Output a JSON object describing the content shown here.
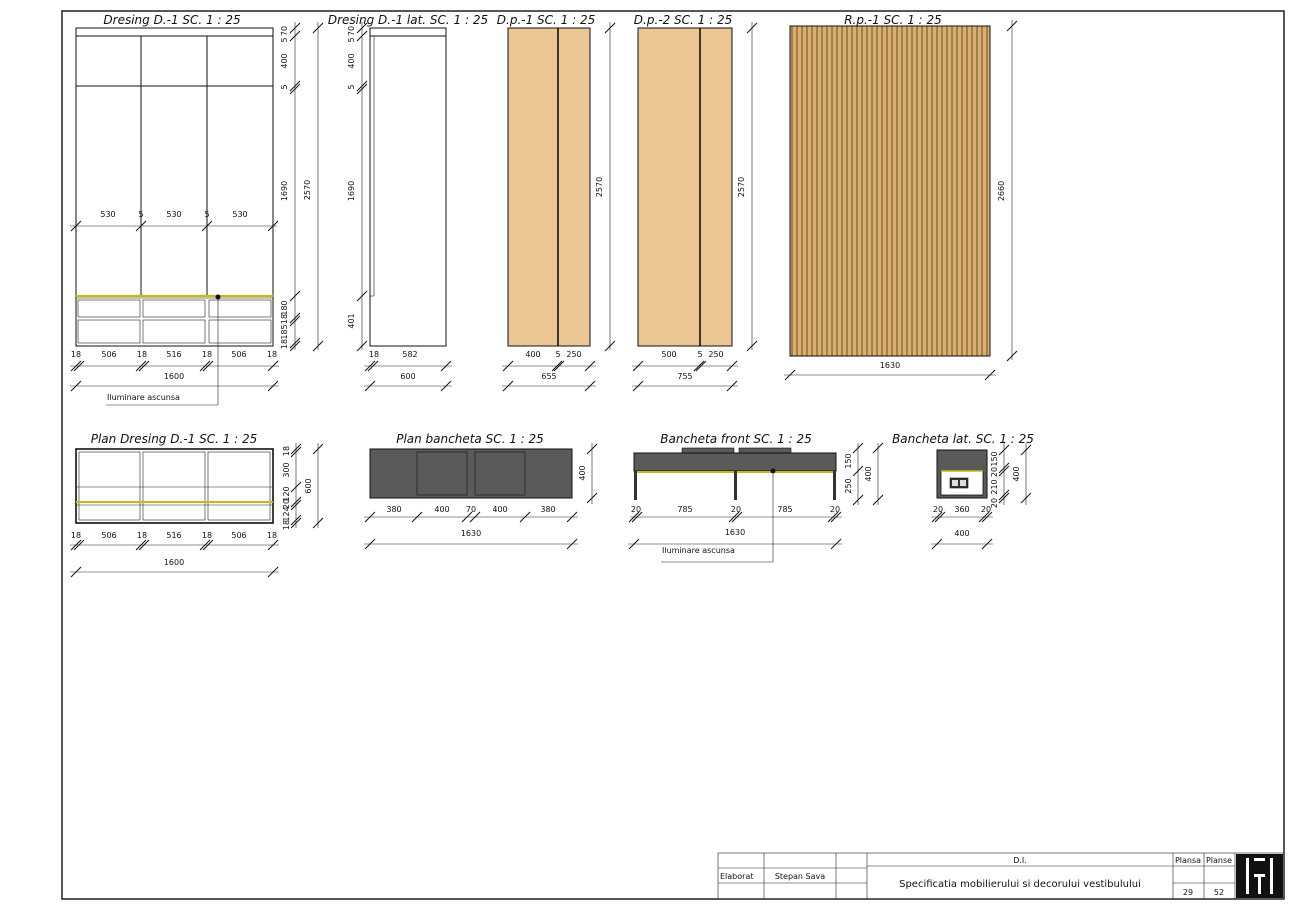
{
  "views": {
    "dresing": {
      "title": "Dresing D.-1 SC. 1 : 25",
      "dims_top": [
        "530",
        "5",
        "530",
        "5",
        "530"
      ],
      "dims_bottom": [
        "18",
        "506",
        "18",
        "516",
        "18",
        "506",
        "18"
      ],
      "total_width": "1600",
      "dims_right": [
        "5",
        "70",
        "400",
        "5",
        "1690",
        "180",
        "18",
        "185",
        "18"
      ],
      "total_height": "2570",
      "note": "Iluminare ascunsa"
    },
    "dresing_lat": {
      "title": "Dresing D.-1 lat. SC. 1 : 25",
      "dims_left": [
        "5",
        "70",
        "400",
        "5",
        "1690",
        "401"
      ],
      "dims_bottom": [
        "18",
        "582"
      ],
      "total_width": "600"
    },
    "dp1": {
      "title": "D.p.-1 SC. 1 : 25",
      "dims_bottom": [
        "400",
        "5",
        "250"
      ],
      "total_width": "655",
      "total_height": "2570"
    },
    "dp2": {
      "title": "D.p.-2 SC. 1 : 25",
      "dims_bottom": [
        "500",
        "5",
        "250"
      ],
      "total_width": "755",
      "total_height": "2570"
    },
    "rp1": {
      "title": "R.p.-1 SC. 1 : 25",
      "total_width": "1630",
      "total_height": "2660"
    },
    "plan_dresing": {
      "title": "Plan Dresing D.-1 SC. 1 : 25",
      "dims_bottom": [
        "18",
        "506",
        "18",
        "516",
        "18",
        "506",
        "18"
      ],
      "total_width": "1600",
      "dims_right": [
        "18",
        "300",
        "120",
        "20",
        "124",
        "18"
      ],
      "total_depth": "600"
    },
    "plan_bancheta": {
      "title": "Plan bancheta SC. 1 : 25",
      "dims_bottom": [
        "380",
        "400",
        "70",
        "400",
        "380"
      ],
      "total_width": "1630",
      "depth": "400"
    },
    "bancheta_front": {
      "title": "Bancheta front SC. 1 : 25",
      "dims_bottom": [
        "20",
        "785",
        "20",
        "785",
        "20"
      ],
      "total_width": "1630",
      "dims_right": [
        "150",
        "250"
      ],
      "total_height": "400",
      "note": "Iluminare ascunsa"
    },
    "bancheta_lat": {
      "title": "Bancheta lat. SC. 1 : 25",
      "dims_bottom": [
        "20",
        "360",
        "20"
      ],
      "total_width": "400",
      "dims_right": [
        "150",
        "20",
        "210",
        "20"
      ],
      "total_height": "400"
    }
  },
  "title_block": {
    "role_label": "Elaborat",
    "author": "Stepan Sava",
    "section": "D.I.",
    "sheet_title": "Specificatia mobilierului si decorului vestibulului",
    "plansa_label": "Plansa",
    "planse_label": "Planse",
    "plansa_no": "29",
    "planse_total": "52"
  },
  "colors": {
    "panel_wood": "#ecc594",
    "slat_dark": "#8a6a3c",
    "slat_light": "#d9b070",
    "led_yellow": "#c9b818",
    "bench_gray": "#5a5a58",
    "line": "#111111"
  }
}
